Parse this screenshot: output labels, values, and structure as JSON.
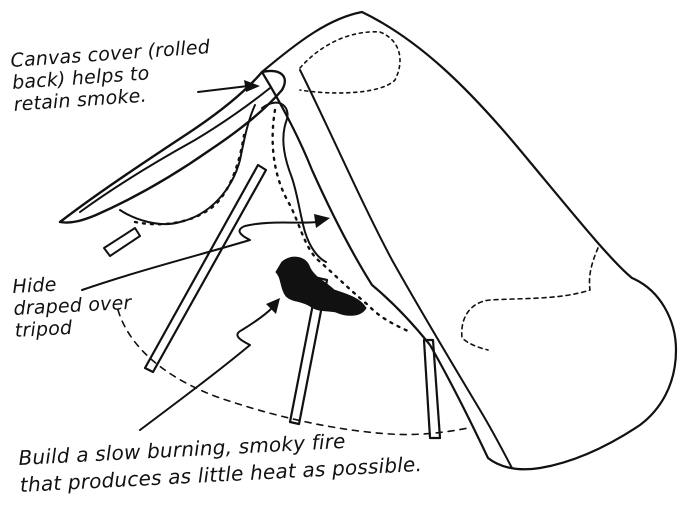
{
  "labels": {
    "canvas": {
      "line1": "Canvas cover (rolled",
      "line2": "back) helps to",
      "line3": "retain smoke."
    },
    "hide": {
      "line1": "Hide",
      "line2": "draped over",
      "line3": "tripod"
    },
    "fire": {
      "line1": "Build a slow burning, smoky fire",
      "line2": "that produces as little heat as possible."
    }
  },
  "colors": {
    "ink": "#111111",
    "background": "#ffffff"
  }
}
